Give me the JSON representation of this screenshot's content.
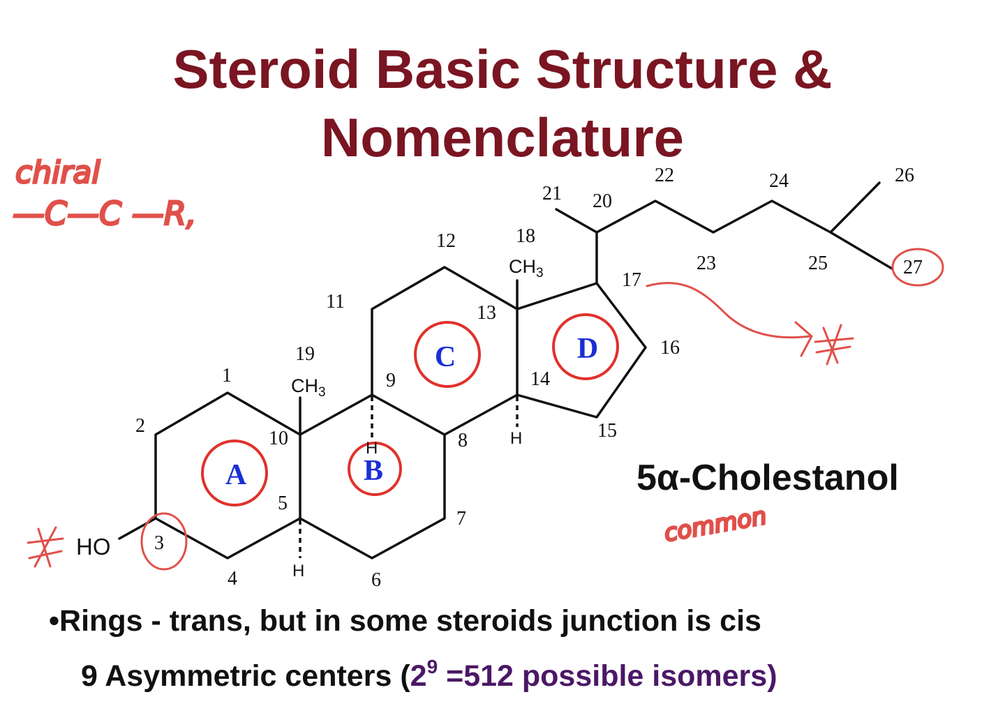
{
  "title": {
    "line1": "Steroid Basic Structure &",
    "line2": "Nomenclature"
  },
  "compound_name": "5α-Cholestanol",
  "bullet": "•Rings -  trans, but in some steroids junction is cis",
  "asymmetric": {
    "prefix": "9 Asymmetric centers (",
    "base": "2",
    "exponent": "9",
    "rest": " =512 possible isomers)"
  },
  "structure": {
    "carbon_numbers": [
      "1",
      "2",
      "3",
      "4",
      "5",
      "6",
      "7",
      "8",
      "9",
      "10",
      "11",
      "12",
      "13",
      "14",
      "15",
      "16",
      "17",
      "18",
      "19",
      "20",
      "21",
      "22",
      "23",
      "24",
      "25",
      "26",
      "27"
    ],
    "rings": [
      "A",
      "B",
      "C",
      "D"
    ],
    "substituents": {
      "hydroxyl": "HO",
      "methyl": "CH",
      "methyl_subscript": "3",
      "hydrogen": "H"
    }
  },
  "handwritten": {
    "chiral": "chiral",
    "chain": "—C—C —R,",
    "common": "common"
  },
  "colors": {
    "title": "#7a1522",
    "ring_label": "#1a2fd6",
    "annotation": "#e0504a",
    "purple": "#4b1866"
  }
}
